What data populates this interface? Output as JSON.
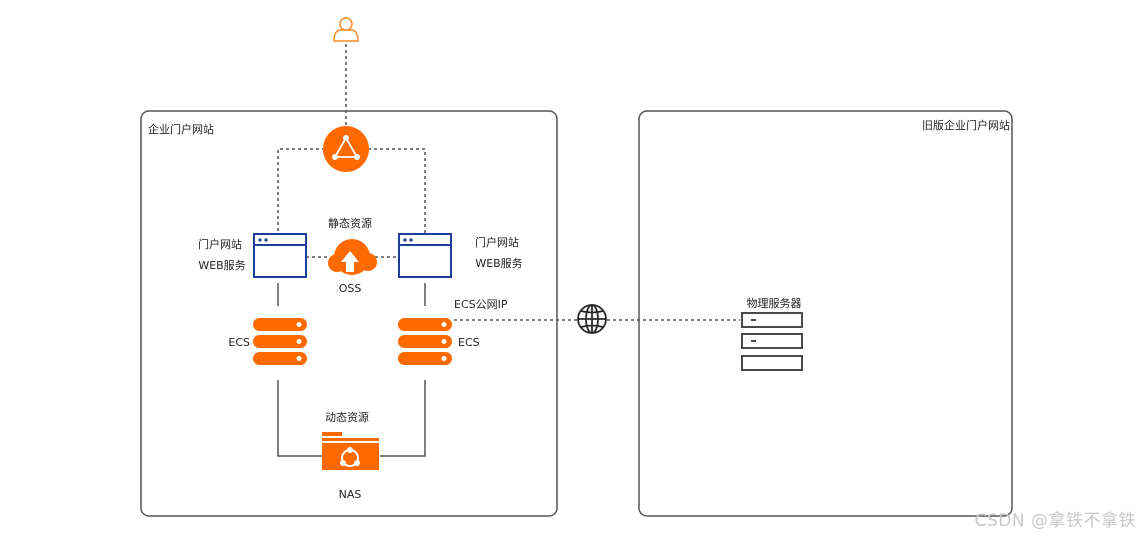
{
  "groups": {
    "left_title": "企业门户网站",
    "right_title": "旧版企业门户网站"
  },
  "nodes": {
    "web_left_line1": "门户网站",
    "web_left_line2": "WEB服务",
    "web_right_line1": "门户网站",
    "web_right_line2": "WEB服务",
    "oss_top": "静态资源",
    "oss_bottom": "OSS",
    "ecs_left": "ECS",
    "ecs_right": "ECS",
    "ecs_public_ip": "ECS公网IP",
    "nas_top": "动态资源",
    "nas_bottom": "NAS",
    "physical_server": "物理服务器"
  },
  "watermark": "CSDN @拿铁不拿铁",
  "colors": {
    "accent": "#ff6a00",
    "web_blue": "#1f3d99",
    "border": "#555555",
    "line": "#555555",
    "server_gray": "#4a4a4a"
  },
  "icons": [
    "user-icon",
    "load-balancer-icon",
    "browser-window-icon",
    "oss-cloud-icon",
    "ecs-server-icon",
    "nas-folder-icon",
    "globe-icon",
    "physical-server-icon"
  ]
}
